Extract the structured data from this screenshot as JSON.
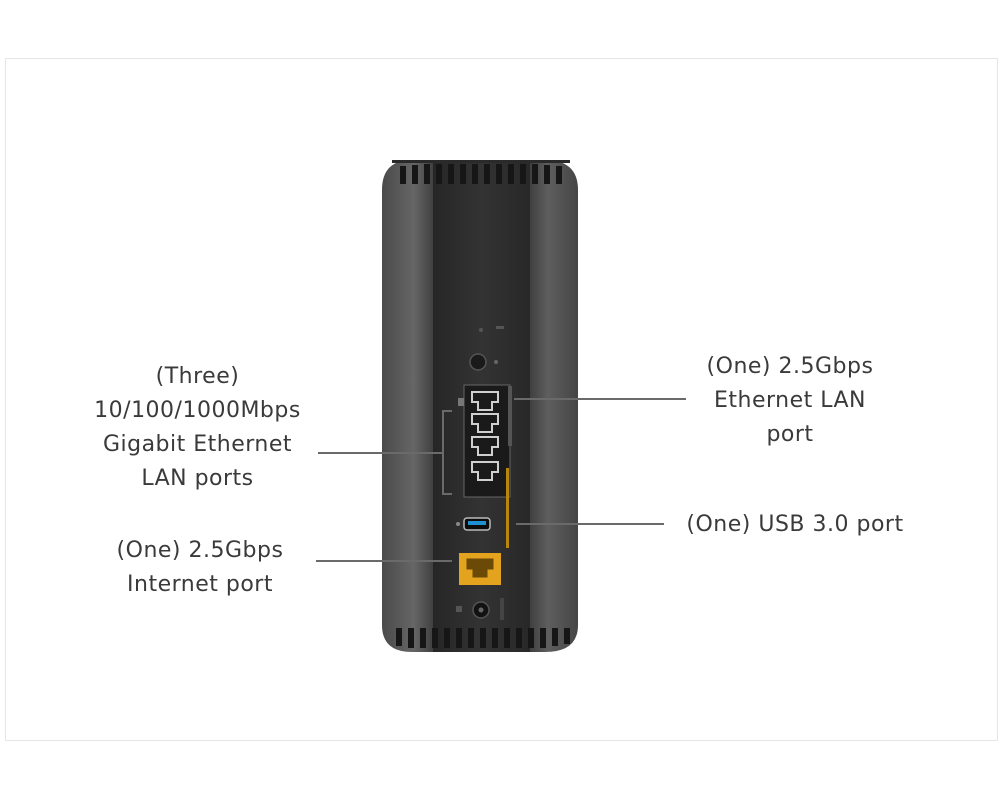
{
  "labels": {
    "lan_ports": {
      "line1": "(Three)",
      "line2": "10/100/1000Mbps",
      "line3": "Gigabit Ethernet",
      "line4": "LAN ports"
    },
    "internet_port": {
      "line1": "(One) 2.5Gbps",
      "line2": "Internet port"
    },
    "lan_25_port": {
      "line1": "(One) 2.5Gbps",
      "line2": "Ethernet LAN",
      "line3": "port"
    },
    "usb_port": {
      "line1": "(One) USB 3.0 port"
    }
  },
  "colors": {
    "body_side": "#5a5a5a",
    "body_panel": "#2e2e2e",
    "leader_line": "#6a6a6a",
    "internet_port": "#e3a31e",
    "usb_port": "#1e90d0"
  }
}
